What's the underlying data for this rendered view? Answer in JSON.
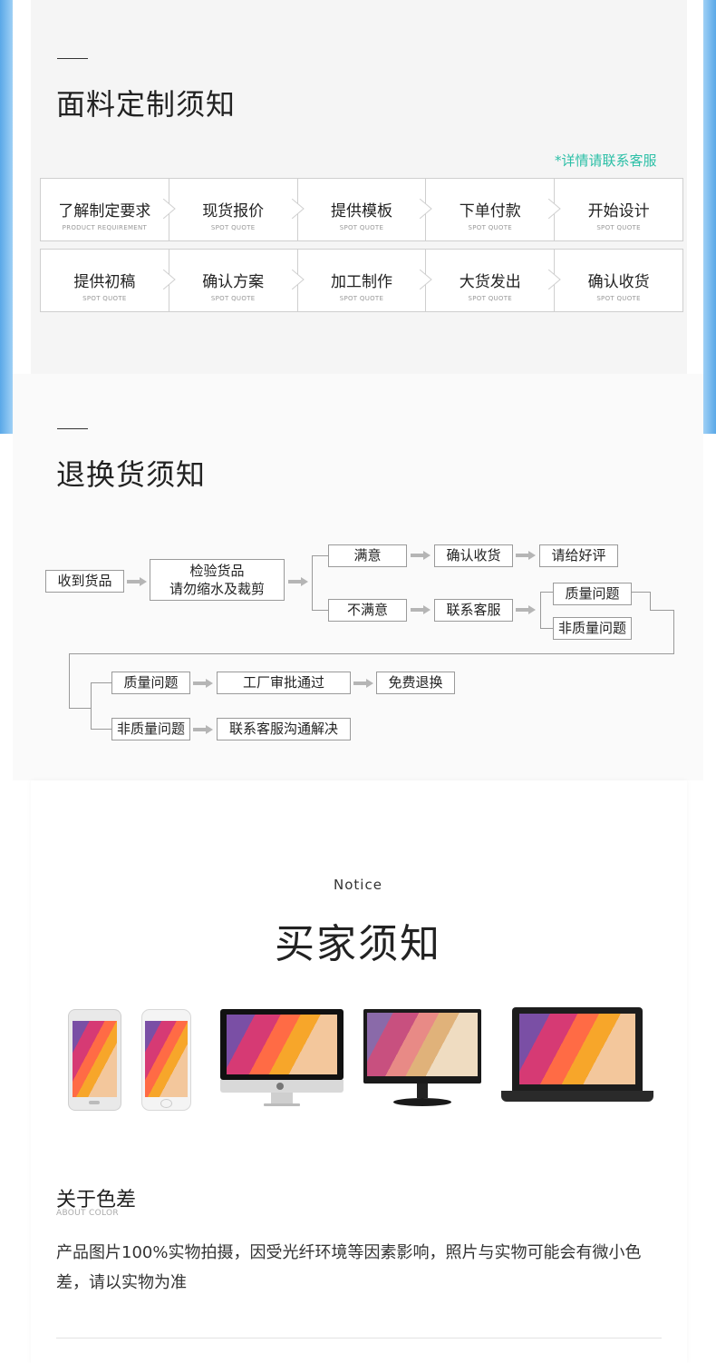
{
  "section1": {
    "title": "面料定制须知",
    "note": "*详情请联系客服",
    "row1": [
      {
        "cn": "了解制定要求",
        "en": "PRODUCT REQUIREMENT"
      },
      {
        "cn": "现货报价",
        "en": "SPOT QUOTE"
      },
      {
        "cn": "提供模板",
        "en": "SPOT QUOTE"
      },
      {
        "cn": "下单付款",
        "en": "SPOT QUOTE"
      },
      {
        "cn": "开始设计",
        "en": "SPOT QUOTE"
      }
    ],
    "row2": [
      {
        "cn": "提供初稿",
        "en": "SPOT QUOTE"
      },
      {
        "cn": "确认方案",
        "en": "SPOT QUOTE"
      },
      {
        "cn": "加工制作",
        "en": "SPOT QUOTE"
      },
      {
        "cn": "大货发出",
        "en": "SPOT QUOTE"
      },
      {
        "cn": "确认收货",
        "en": "SPOT QUOTE"
      }
    ]
  },
  "section2": {
    "title": "退换货须知",
    "flow": {
      "receive": "收到货品",
      "inspect_1": "检验货品",
      "inspect_2": "请勿缩水及裁剪",
      "satisfied": "满意",
      "confirm_receipt": "确认收货",
      "good_review": "请给好评",
      "unsatisfied": "不满意",
      "contact_cs": "联系客服",
      "quality_issue": "质量问题",
      "non_quality_issue": "非质量问题",
      "factory_approval": "工厂审批通过",
      "free_return": "免费退换",
      "contact_resolve": "联系客服沟通解决"
    }
  },
  "section3": {
    "notice_en": "Notice",
    "title": "买家须知",
    "devices": [
      "phone-icon",
      "phone-icon",
      "imac-monitor-icon",
      "monitor-icon",
      "laptop-icon"
    ],
    "sub_cn": "关于色差",
    "sub_en": "ABOUT COLOR",
    "paragraph": "产品图片100%实物拍摄，因受光纤环境等因素影响，照片与实物可能会有微小色差，请以实物为准"
  },
  "colors": {
    "accent": "#2bbfa6",
    "panel": "#f5f5f5"
  }
}
